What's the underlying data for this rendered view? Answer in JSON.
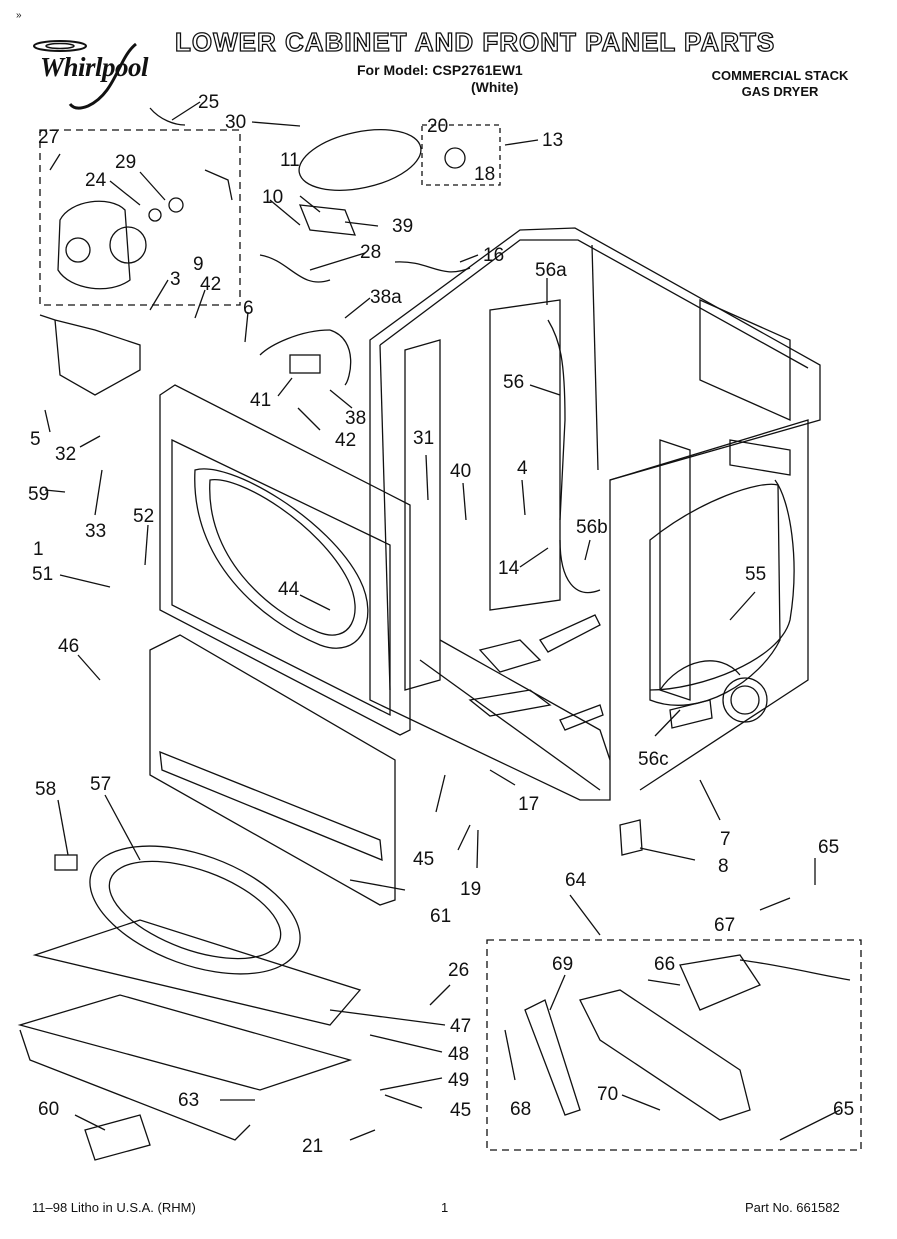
{
  "header": {
    "brand": "Whirlpool",
    "title": "LOWER CABINET AND FRONT PANEL PARTS",
    "model_line": "For Model: CSP2761EW1",
    "color_line": "(White)",
    "appliance_line1": "COMMERCIAL STACK",
    "appliance_line2": "GAS DRYER",
    "corner_mark": "»"
  },
  "callouts": {
    "c1": "1",
    "c3": "3",
    "c4": "4",
    "c5": "5",
    "c6": "6",
    "c7": "7",
    "c8": "8",
    "c9": "9",
    "c10": "10",
    "c11": "11",
    "c13": "13",
    "c14": "14",
    "c16": "16",
    "c17": "17",
    "c18": "18",
    "c19": "19",
    "c20": "20",
    "c21": "21",
    "c24": "24",
    "c25": "25",
    "c26": "26",
    "c27": "27",
    "c28": "28",
    "c29": "29",
    "c30": "30",
    "c31": "31",
    "c32": "32",
    "c33": "33",
    "c38": "38",
    "c38a": "38a",
    "c39": "39",
    "c40": "40",
    "c41": "41",
    "c42a": "42",
    "c42b": "42",
    "c44": "44",
    "c45a": "45",
    "c45b": "45",
    "c46": "46",
    "c47": "47",
    "c48": "48",
    "c49": "49",
    "c51": "51",
    "c52": "52",
    "c55": "55",
    "c56": "56",
    "c56a": "56a",
    "c56b": "56b",
    "c56c": "56c",
    "c57": "57",
    "c58": "58",
    "c59": "59",
    "c60": "60",
    "c61": "61",
    "c63": "63",
    "c64": "64",
    "c65a": "65",
    "c65b": "65",
    "c66": "66",
    "c67": "67",
    "c68": "68",
    "c69": "69",
    "c70": "70"
  },
  "footer": {
    "litho": "11–98 Litho in U.S.A. (RHM)",
    "page": "1",
    "part_no": "Part No. 661582"
  }
}
